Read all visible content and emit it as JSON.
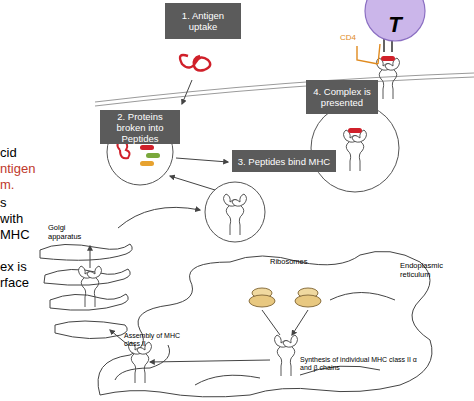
{
  "diagram": {
    "nodes": [
      {
        "text": [
          "1. Antigen uptake"
        ]
      },
      {
        "text": [
          "2. Proteins broken into Peptides"
        ]
      },
      {
        "text": [
          "3. Peptides bind MHC"
        ]
      },
      {
        "text": [
          "4. Complex is presented"
        ]
      },
      {
        "text": [
          "T"
        ]
      }
    ],
    "labels": [
      "cid",
      "ntigen",
      "m.",
      "s",
      "with",
      "MHC",
      "ex is",
      "rface",
      "CD4",
      "Golgi apparatus",
      "Ribosomes",
      "Endoplasmic reticulum",
      "Assembly of MHC class II",
      "Synthesis of individual MHC class II α and β chains"
    ]
  }
}
